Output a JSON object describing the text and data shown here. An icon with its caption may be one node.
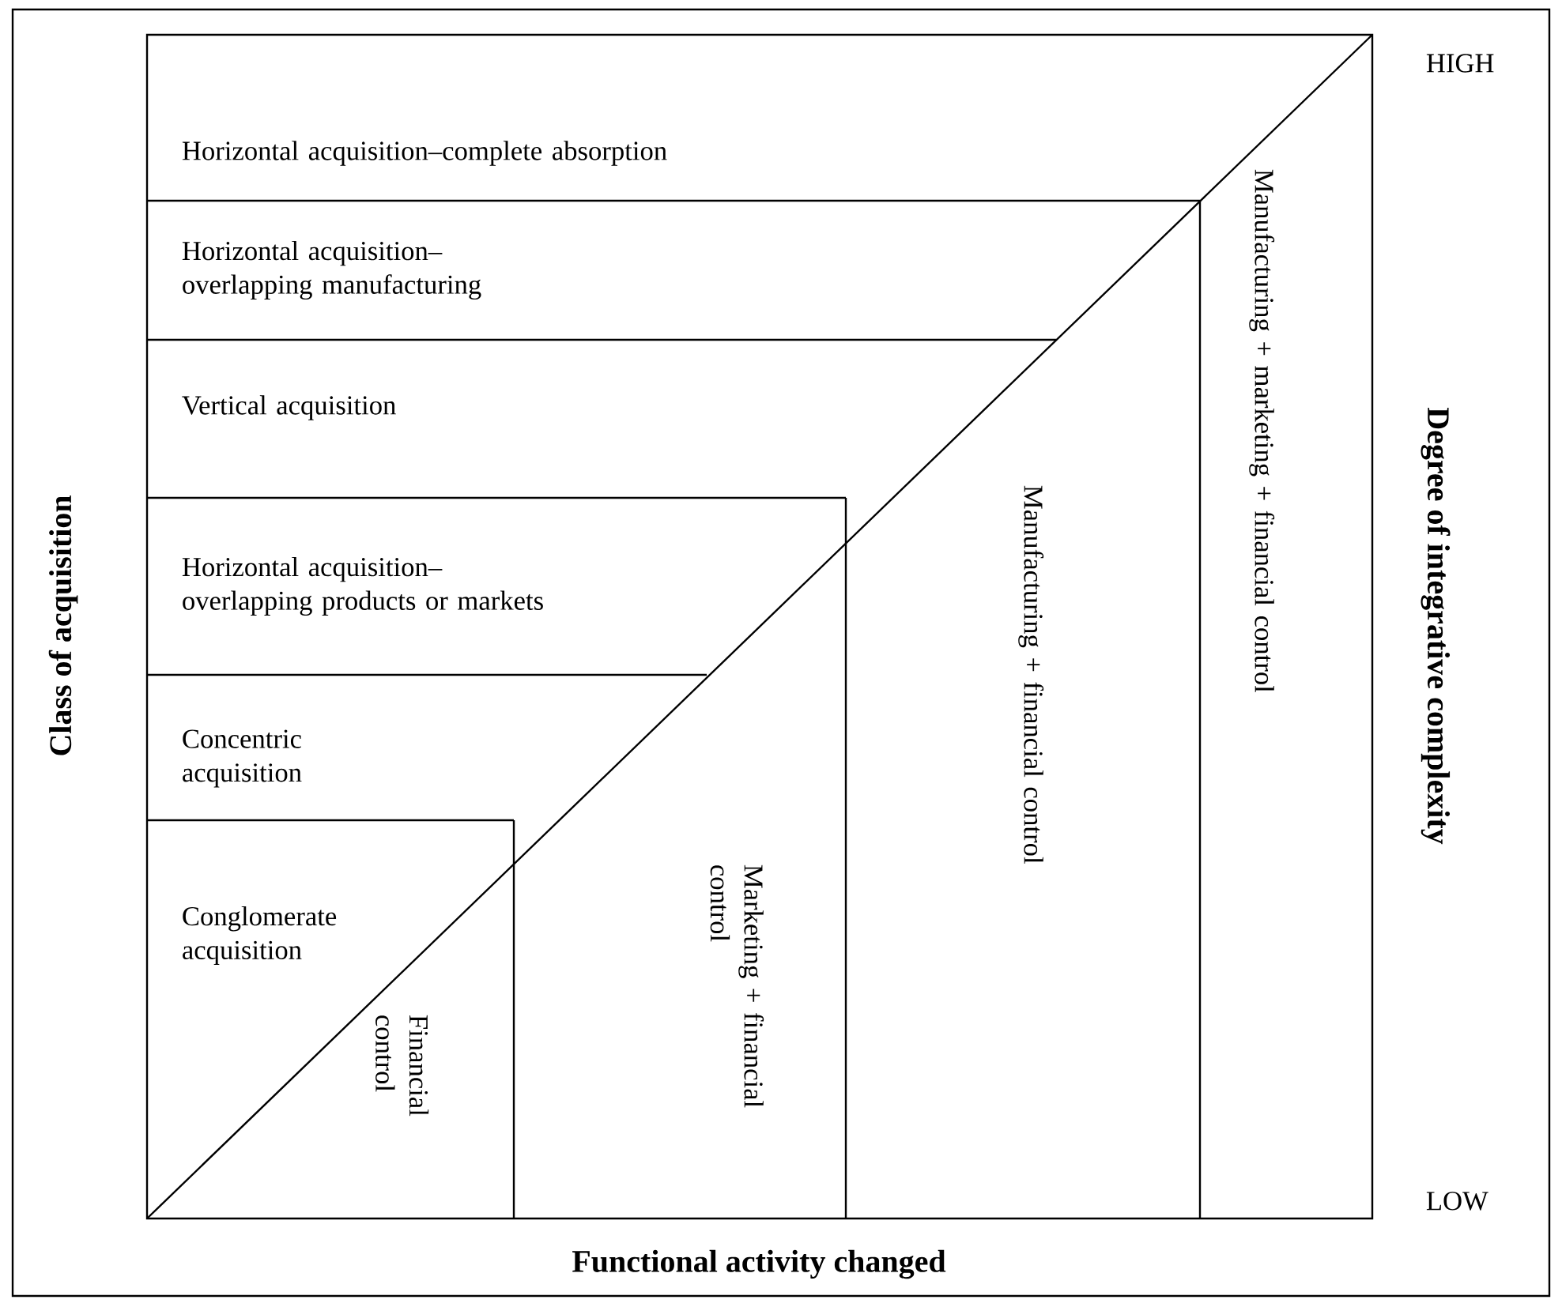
{
  "diagram": {
    "nodes": [
      {
        "text": [
          "Horizontal acquisition–complete absorption"
        ]
      },
      {
        "text": [
          "Horizontal acquisition– overlapping manufacturing"
        ]
      },
      {
        "text": [
          "Vertical acquisition"
        ]
      },
      {
        "text": [
          "Horizontal acquisition– overlapping products or markets"
        ]
      },
      {
        "text": [
          "Concentric acquisition"
        ]
      },
      {
        "text": [
          "Conglomerate acquisition"
        ]
      },
      {
        "text": [
          "Financial control"
        ]
      },
      {
        "text": [
          "Marketing + financial control"
        ]
      },
      {
        "text": [
          "Manufacturing + financial control"
        ]
      },
      {
        "text": [
          "Manufacturing + marketing + financial control"
        ]
      }
    ],
    "labels": [
      "HIGH",
      "Class of acquisition",
      "Degree of integrative complexity",
      "LOW",
      "Functional activity changed"
    ]
  }
}
